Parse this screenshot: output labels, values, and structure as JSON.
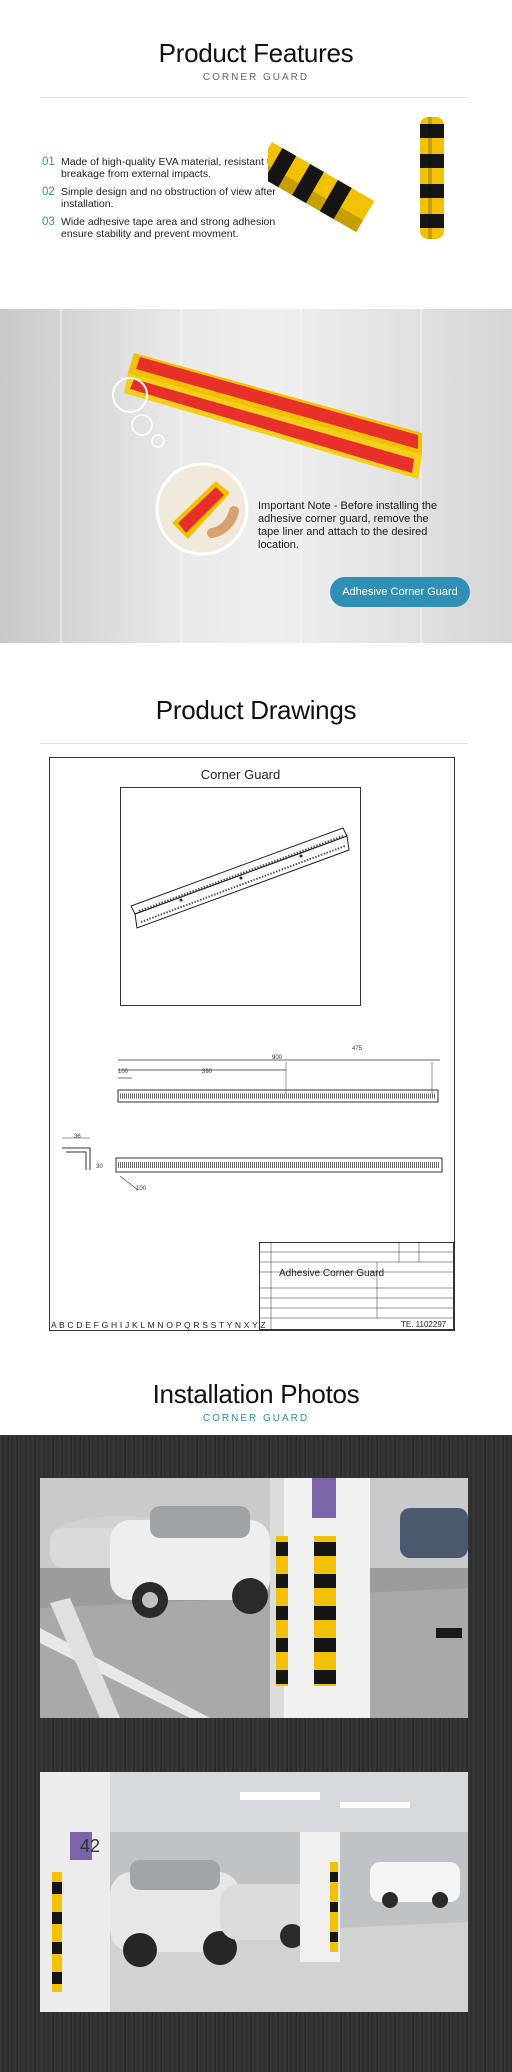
{
  "features": {
    "title": "Product Features",
    "subtitle": "CORNER GUARD",
    "items": [
      {
        "num": "01",
        "text": "Made of high-quality EVA material, resistant to breakage from external impacts."
      },
      {
        "num": "02",
        "text": "Simple design and no obstruction of view after installation."
      },
      {
        "num": "03",
        "text": "Wide adhesive tape area and strong adhesion ensure stability and prevent movment."
      }
    ]
  },
  "banner": {
    "note": "Important Note - Before installing the adhesive corner guard, remove the tape liner and attach to the desired location.",
    "button": "Adhesive Corner Guard"
  },
  "drawings": {
    "title": "Product Drawings",
    "view_title": "Corner Guard",
    "dims": {
      "d1": "100",
      "d2": "390",
      "d3": "900",
      "d4": "475",
      "d5": "36",
      "d6": "30",
      "d7": "100"
    },
    "titleblock_name": "Adhesive Corner Guard",
    "grid_letters": "A B C D E F G H I J K L M N O P Q R S S T Y N X Y Z",
    "drawing_no": "TE. 1102297"
  },
  "install": {
    "title": "Installation Photos",
    "subtitle": "CORNER GUARD",
    "pillar_number": "42"
  },
  "colors": {
    "accent": "#2d8fb0",
    "guard_yellow": "#f2c200",
    "guard_black": "#151515",
    "tape_red": "#e8302a"
  }
}
